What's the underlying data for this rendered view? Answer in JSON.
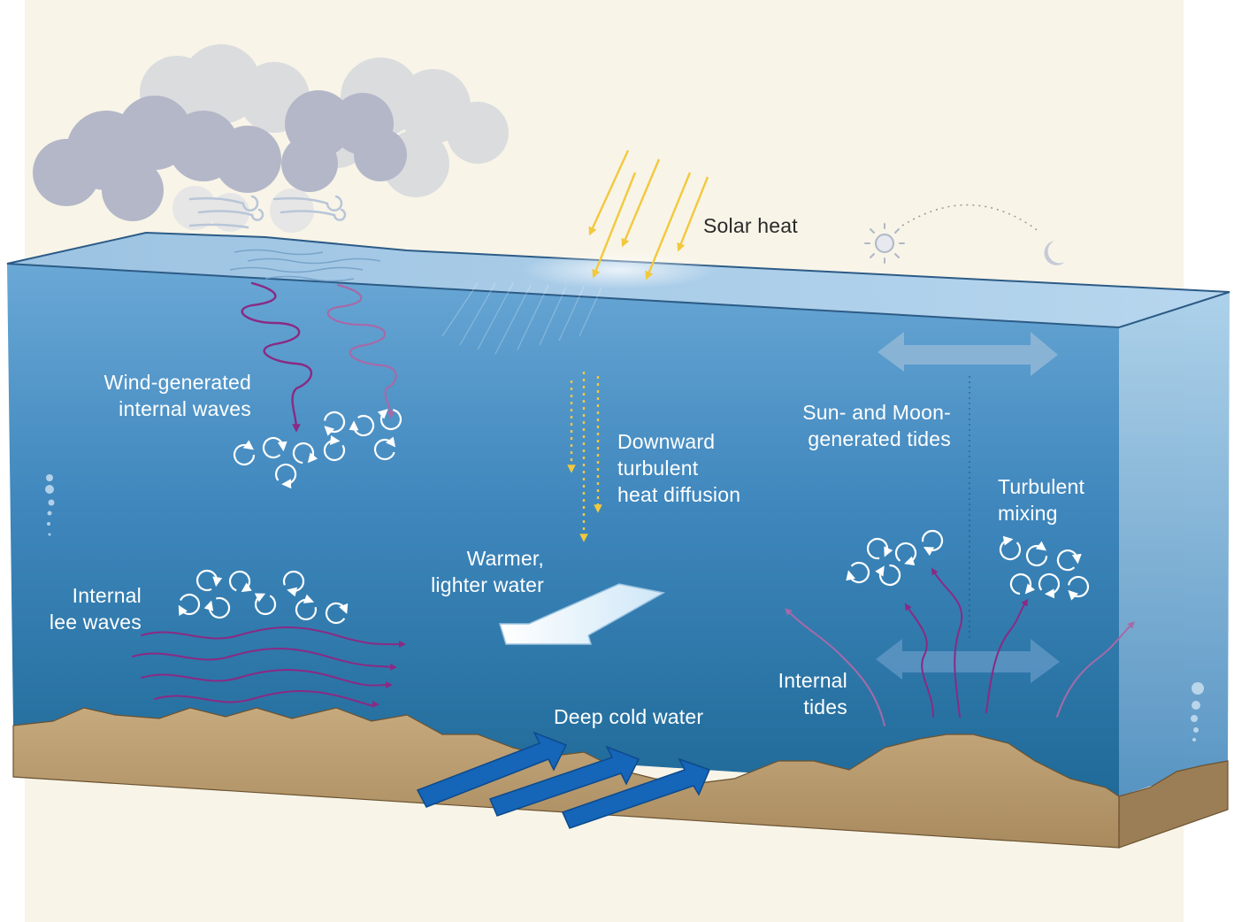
{
  "colors": {
    "background": "#f8f4e8",
    "water_top": "#a9cbe6",
    "water_front_top": "#5d9fd0",
    "water_front_bottom": "#1f6c9a",
    "sediment": "#b99d74",
    "purple_wave": "#8a2a84",
    "yellow_heat": "#f2c93d",
    "blue_arrow": "#1565b8",
    "tide_arrow": "#8fb8d8",
    "eddy": "#ffffff",
    "cloud": "#b9bccb"
  },
  "icons": {
    "sun": "sun-icon",
    "moon": "moon-icon",
    "wind": "wind-swirl-icon",
    "eddy": "turbulent-eddy-icon"
  },
  "labels": {
    "solar_heat": "Solar heat",
    "wind_waves_line1": "Wind-generated",
    "wind_waves_line2": "internal waves",
    "downward_line1": "Downward",
    "downward_line2": "turbulent",
    "downward_line3": "heat diffusion",
    "tides_line1": "Sun- and Moon-",
    "tides_line2": "generated tides",
    "turbulent_line1": "Turbulent",
    "turbulent_line2": "mixing",
    "warmer_line1": "Warmer,",
    "warmer_line2": "lighter water",
    "lee_line1": "Internal",
    "lee_line2": "lee waves",
    "internal_tides_line1": "Internal",
    "internal_tides_line2": "tides",
    "deep_cold": "Deep cold water"
  }
}
